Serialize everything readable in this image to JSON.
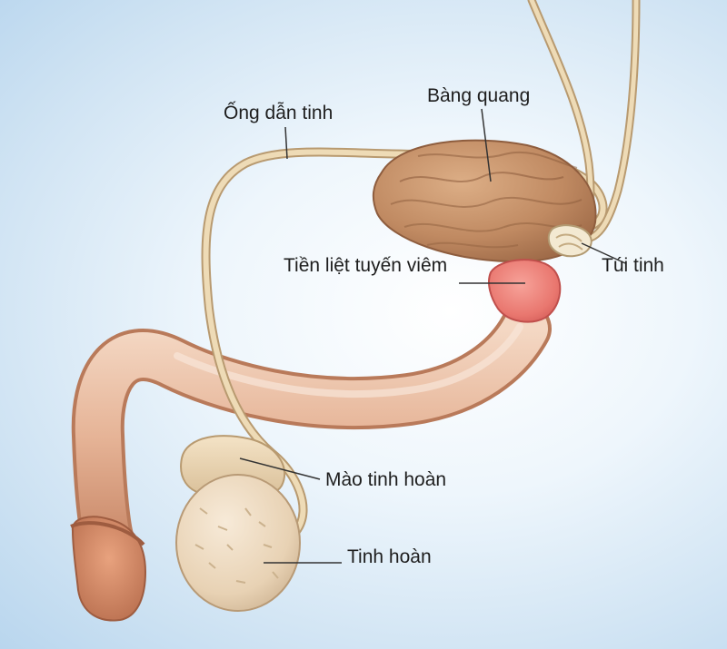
{
  "labels": {
    "vas_deferens": "Ống dẫn tinh",
    "bladder": "Bàng quang",
    "prostate": "Tiền liệt tuyến viêm",
    "seminal_vesicle": "Túi tinh",
    "epididymis": "Mào tinh hoàn",
    "testis": "Tinh hoàn"
  },
  "colors": {
    "background": "#cfe3f3",
    "duct": "#e9d4ab",
    "bladder": "#c59068",
    "prostate": "#ee8c84",
    "urethra": "#e0a07c",
    "testis": "#eedcc0",
    "label_text": "#1e1e1e"
  }
}
